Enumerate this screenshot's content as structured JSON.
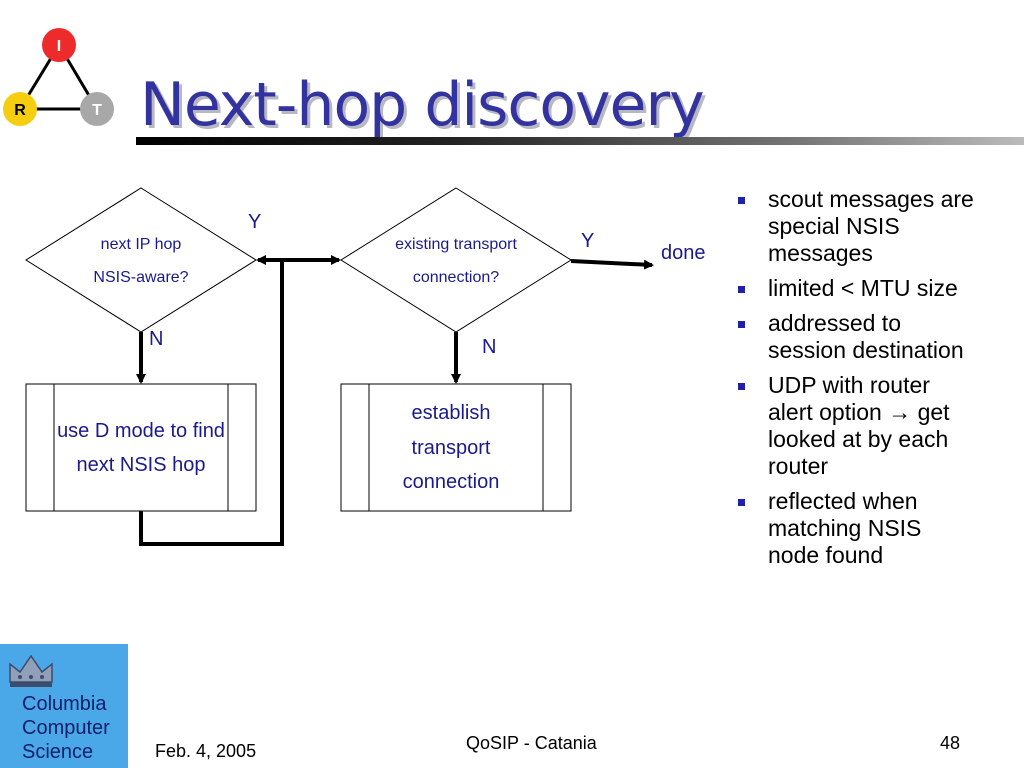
{
  "slide": {
    "title": "Next-hop discovery",
    "logo_nodes": {
      "top": "I",
      "left": "R",
      "right": "T"
    },
    "colors": {
      "title": "#3333a0",
      "node_top": "#ee2b2b",
      "node_left": "#f5cf0f",
      "node_right": "#a8a8a8",
      "diagram_text": "#1a1a8c",
      "bullet": "#2020a8",
      "logo_bg": "#4aa8e8"
    }
  },
  "flowchart": {
    "decision1": {
      "line1": "next IP hop",
      "line2": "NSIS-aware?"
    },
    "decision2": {
      "line1": "existing transport",
      "line2": "connection?"
    },
    "process1": {
      "line1": "use D mode to find",
      "line2": "next NSIS hop"
    },
    "process2": {
      "line1": "establish",
      "line2": "transport",
      "line3": "connection"
    },
    "labels": {
      "yes1": "Y",
      "no1": "N",
      "yes2": "Y",
      "no2": "N",
      "done": "done"
    }
  },
  "bullets": [
    "scout messages are special NSIS messages",
    "limited < MTU size",
    "addressed to session destination",
    "UDP with router alert option → get looked at by each router",
    "reflected when matching NSIS node found"
  ],
  "logo": {
    "lines": [
      "Columbia",
      "Computer",
      "Science"
    ],
    "icon": "crown-icon"
  },
  "footer": {
    "date": "Feb. 4, 2005",
    "center": "QoSIP - Catania",
    "page": "48"
  }
}
